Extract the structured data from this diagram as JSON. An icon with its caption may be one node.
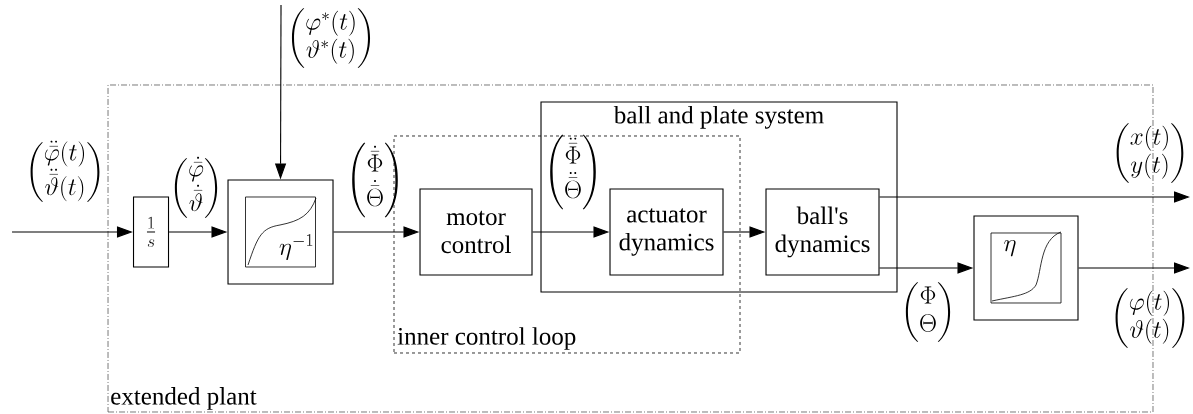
{
  "diagram": {
    "nodes": [
      {
        "text": [
          "extended plant"
        ]
      },
      {
        "text": [
          "inner control loop"
        ],
        "in": 0
      },
      {
        "text": [
          "ball and plate system"
        ],
        "in": 0
      },
      {
        "text": [
          "\\frac{1}{s}"
        ],
        "in": 0
      },
      {
        "text": [
          "\\eta^{-1}"
        ],
        "in": 0
      },
      {
        "text": [
          "motor control"
        ],
        "in": 1
      },
      {
        "text": [
          "actuator dynamics"
        ]
      },
      {
        "text": [
          "ball's dynamics"
        ],
        "in": 2
      },
      {
        "text": [
          "\\eta"
        ],
        "in": 0
      }
    ],
    "edges": [
      {
        "from": null,
        "to": 3,
        "arrow": "to",
        "label": "\\begin{pmatrix}\\ddot{\\bar{\\varphi}}(t)\\\\ \\ddot{\\bar{\\vartheta}}(t)\\end{pmatrix}"
      },
      {
        "from": 3,
        "to": 4,
        "arrow": "to",
        "label": "\\begin{pmatrix}\\dot{\\bar{\\varphi}}\\\\ \\dot{\\bar{\\vartheta}}\\end{pmatrix}"
      },
      {
        "from": null,
        "to": 4,
        "arrow": "to",
        "label": "\\begin{pmatrix}\\varphi^{*}(t)\\\\ \\vartheta^{*}(t)\\end{pmatrix}"
      },
      {
        "from": 4,
        "to": 5,
        "arrow": "to",
        "label": "\\begin{pmatrix}\\dot{\\bar{\\Phi}}\\\\ \\dot{\\bar{\\Theta}}\\end{pmatrix}"
      },
      {
        "from": 5,
        "to": 6,
        "arrow": "to",
        "label": "\\begin{pmatrix}\\ddot{\\bar{\\Phi}}\\\\ \\ddot{\\bar{\\Theta}}\\end{pmatrix}"
      },
      {
        "from": 6,
        "to": 7,
        "arrow": "to"
      },
      {
        "from": 7,
        "to": null,
        "arrow": "to",
        "label": "\\begin{pmatrix}x(t)\\\\ y(t)\\end{pmatrix}"
      },
      {
        "from": 7,
        "to": 8,
        "arrow": "to",
        "label": "\\begin{pmatrix}\\Phi\\\\ \\Theta\\end{pmatrix}"
      },
      {
        "from": 8,
        "to": null,
        "arrow": "to",
        "label": "\\begin{pmatrix}\\varphi(t)\\\\ \\vartheta(t)\\end{pmatrix}"
      }
    ]
  }
}
